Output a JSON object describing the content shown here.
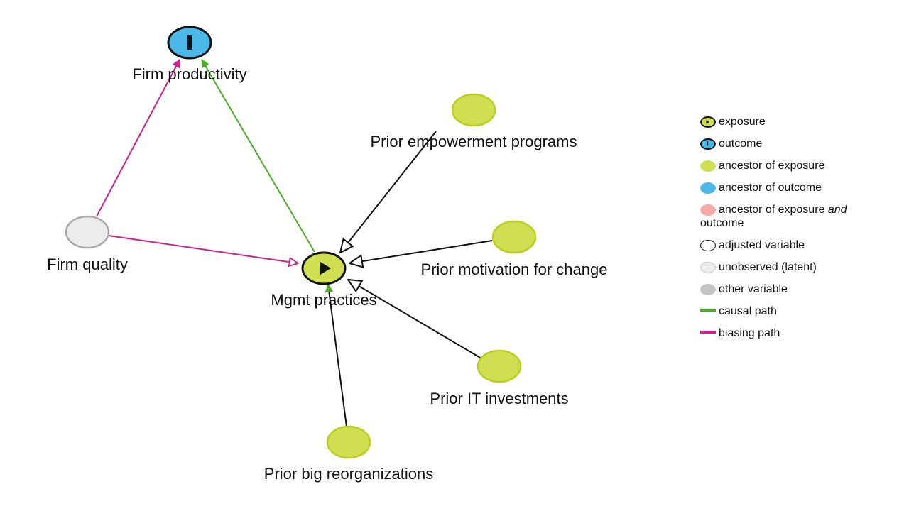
{
  "colors": {
    "exposure_fill": "#cfdf51",
    "exposure_stroke": "#b9cf1c",
    "outcome_fill": "#4cb8e8",
    "both_fill": "#f7a8a8",
    "latent_fill": "#ececec",
    "latent_stroke": "#aaaaaa",
    "other_fill": "#c4c4c4",
    "causal": "#4caf26",
    "biasing": "#d11f8e",
    "edge": "#111111"
  },
  "nodes": [
    {
      "id": "firm_productivity",
      "label": "Firm productivity",
      "role": "outcome"
    },
    {
      "id": "firm_quality",
      "label": "Firm quality",
      "role": "latent"
    },
    {
      "id": "mgmt_practices",
      "label": "Mgmt practices",
      "role": "exposure"
    },
    {
      "id": "prior_empowerment",
      "label": "Prior empowerment programs",
      "role": "ancestor-of-exposure"
    },
    {
      "id": "prior_motivation",
      "label": "Prior motivation for change",
      "role": "ancestor-of-exposure"
    },
    {
      "id": "prior_it",
      "label": "Prior IT investments",
      "role": "ancestor-of-exposure"
    },
    {
      "id": "prior_reorg",
      "label": "Prior big reorganizations",
      "role": "ancestor-of-exposure"
    }
  ],
  "edges": [
    {
      "from": "firm_quality",
      "to": "firm_productivity",
      "kind": "biasing"
    },
    {
      "from": "firm_quality",
      "to": "mgmt_practices",
      "kind": "biasing"
    },
    {
      "from": "mgmt_practices",
      "to": "firm_productivity",
      "kind": "causal"
    },
    {
      "from": "prior_empowerment",
      "to": "mgmt_practices",
      "kind": "plain"
    },
    {
      "from": "prior_motivation",
      "to": "mgmt_practices",
      "kind": "plain"
    },
    {
      "from": "prior_it",
      "to": "mgmt_practices",
      "kind": "plain"
    },
    {
      "from": "prior_reorg",
      "to": "mgmt_practices",
      "kind": "plain"
    }
  ],
  "legend": {
    "exposure": "exposure",
    "outcome": "outcome",
    "ancestor_exposure": "ancestor of exposure",
    "ancestor_outcome": "ancestor of outcome",
    "ancestor_both_prefix": "ancestor of exposure ",
    "ancestor_both_em": "and",
    "ancestor_both_suffix": "outcome",
    "adjusted": "adjusted variable",
    "latent": "unobserved (latent)",
    "other": "other variable",
    "causal": "causal path",
    "biasing": "biasing path"
  }
}
